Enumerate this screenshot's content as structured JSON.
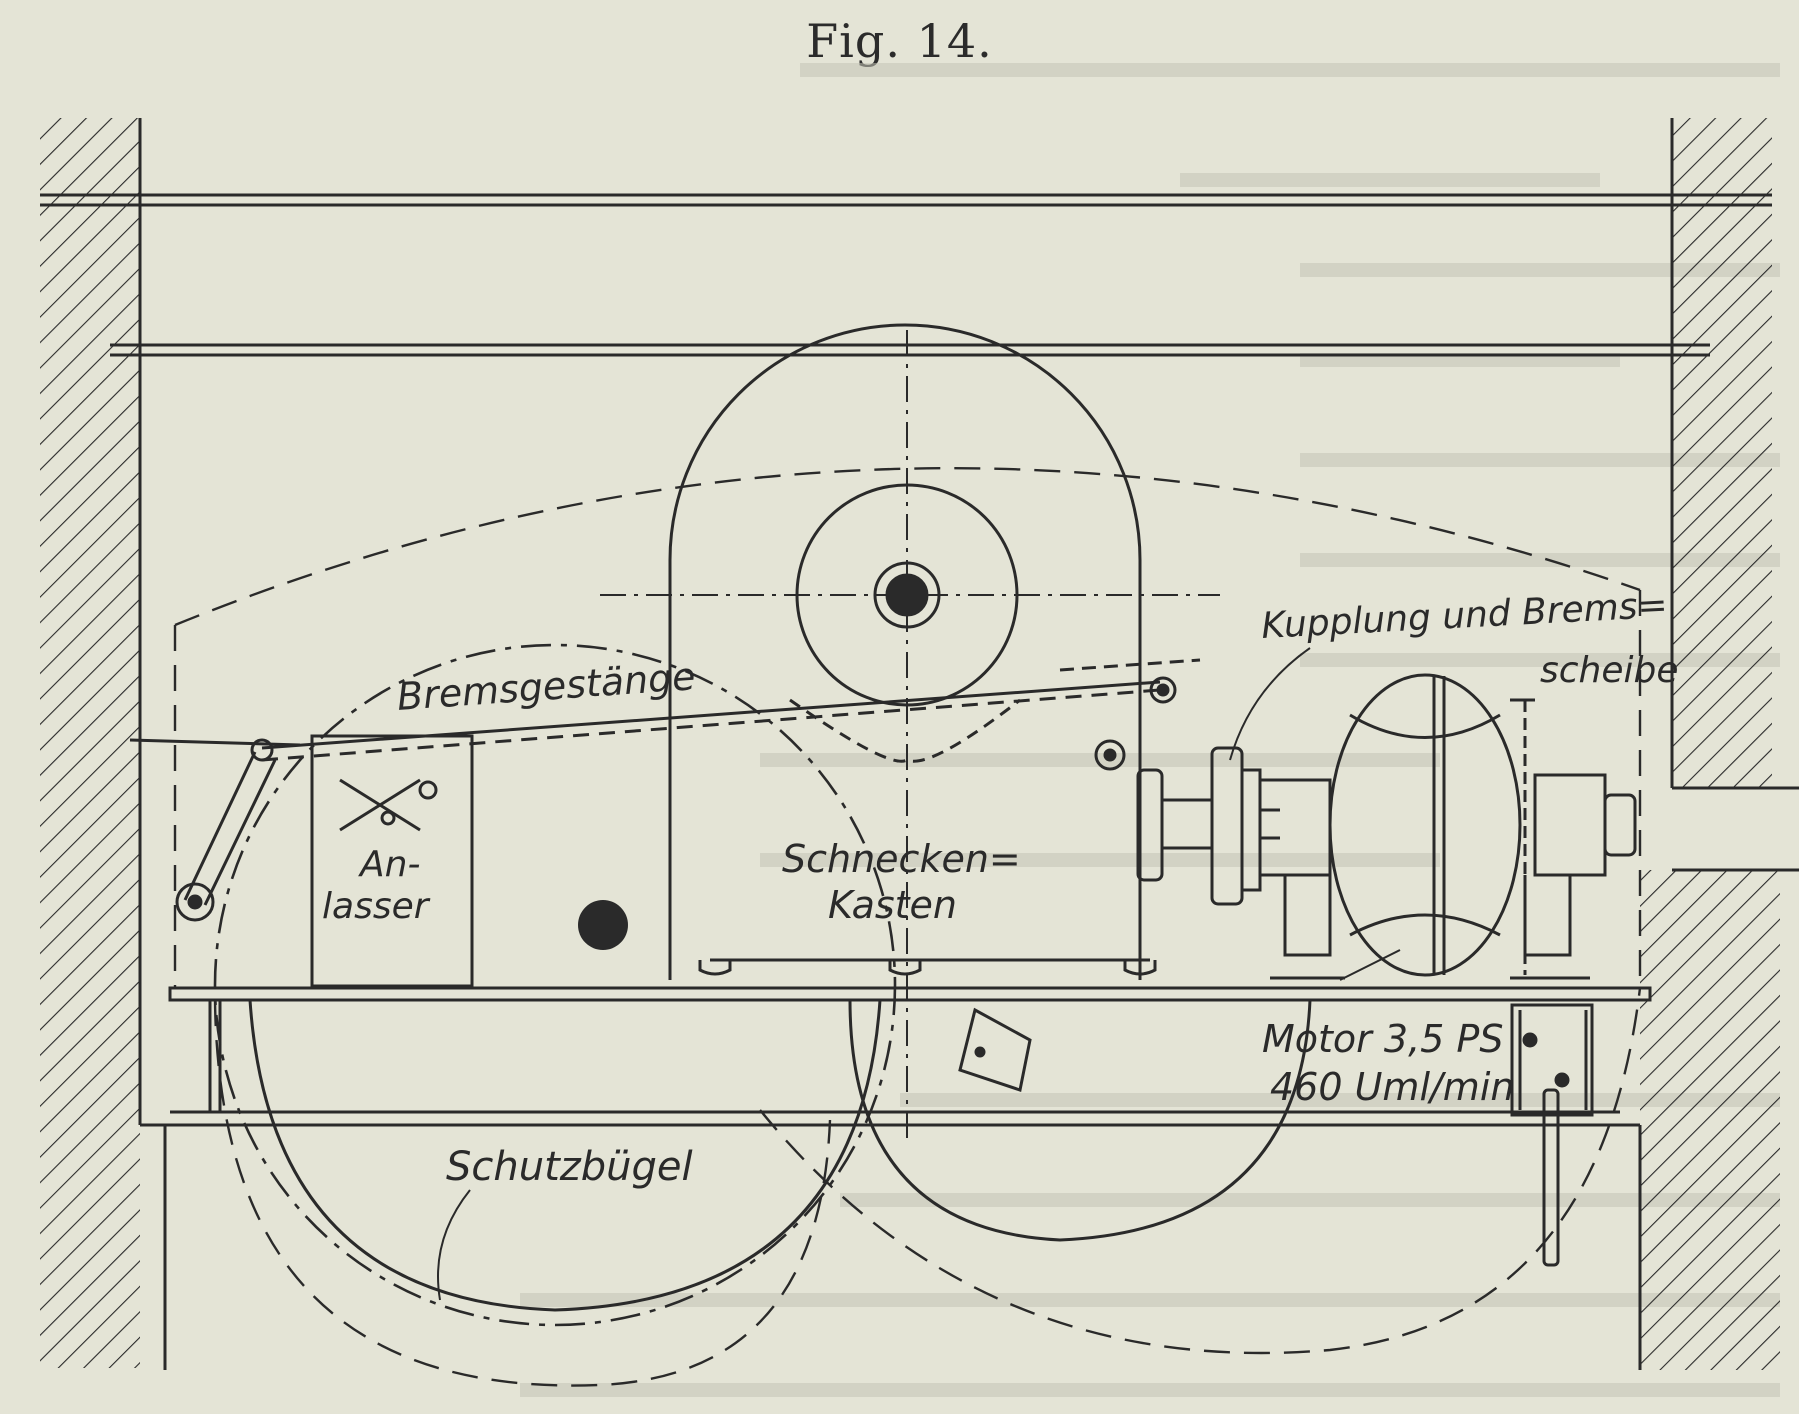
{
  "figure": {
    "title": "Fig. 14."
  },
  "labels": {
    "brake_linkage": "Bremsgestänge",
    "clutch_line1": "Kupplung und Brems=",
    "clutch_line2": "scheibe",
    "starter_line1": "An-",
    "starter_line2": "lasser",
    "worm_line1": "Schnecken=",
    "worm_line2": "Kasten",
    "motor_line1": "Motor 3,5 PS",
    "motor_line2": "460 Uml/min",
    "guard": "Schutzbügel"
  },
  "colors": {
    "paper": "#e4e4d6",
    "ink": "#2a2a2a",
    "faint_text": "#b9b9ac"
  }
}
